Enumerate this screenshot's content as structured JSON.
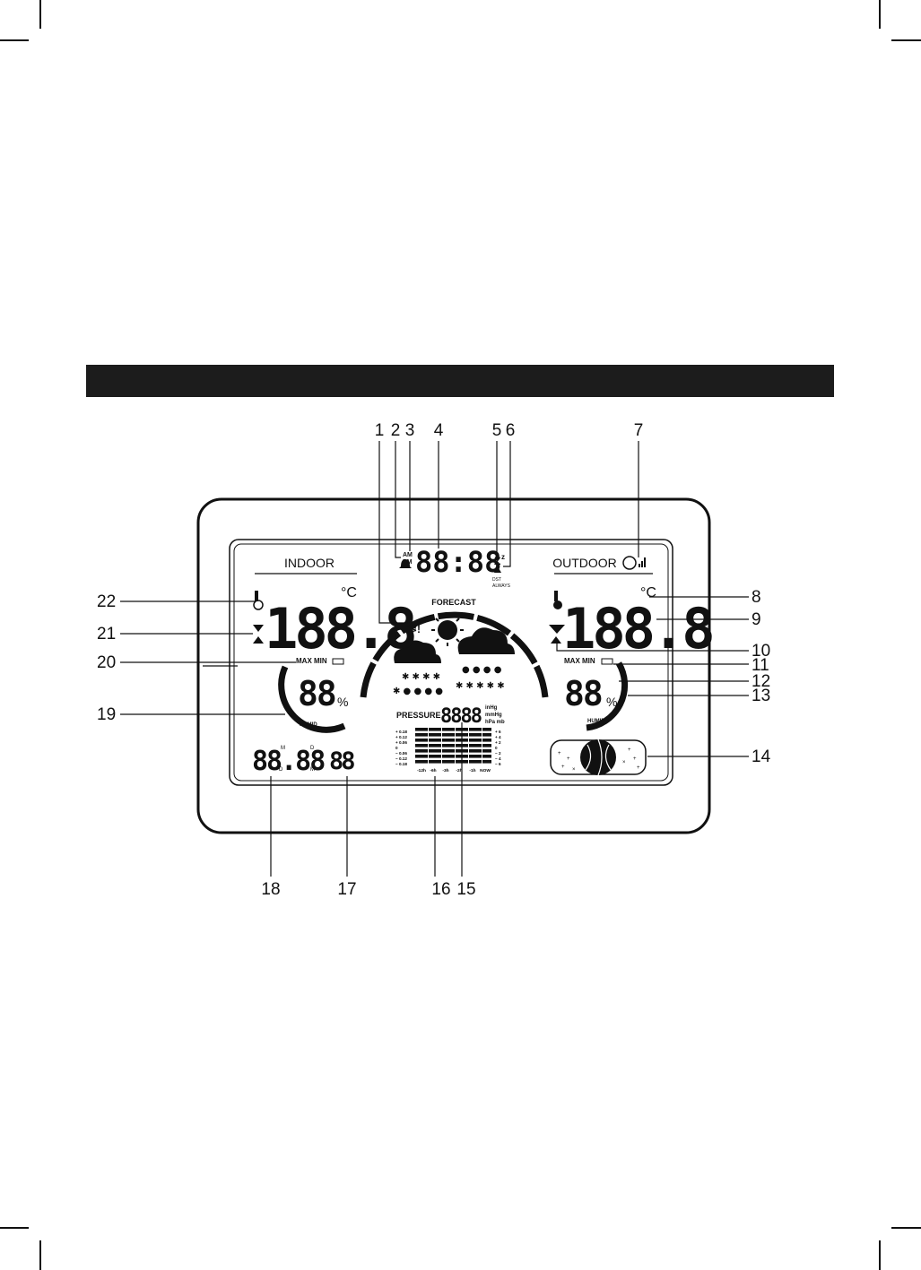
{
  "indoor_label": "INDOOR",
  "outdoor_label": "OUTDOOR",
  "forecast_label": "FORECAST",
  "pressure_label": "PRESSURE",
  "max_min_label": "MAX MIN",
  "humid_label": "HUMID",
  "ampm": [
    "AM",
    "PM"
  ],
  "dst_always": [
    "DST",
    "ALWAYS"
  ],
  "pressure_units": [
    "inHg",
    "mmHg",
    "hPa mb"
  ],
  "celsius": "°C",
  "percent": "%",
  "digits": {
    "clock": "88:88",
    "indoor_temp": "188.8",
    "outdoor_temp": "188.8",
    "indoor_humidity": "88",
    "outdoor_humidity": "88",
    "pressure": "8888",
    "date": "88.88",
    "weekday": "88"
  },
  "pressure_scale_left": [
    "+ 0.18",
    "+ 0.12",
    "+ 0.06",
    "0",
    "− 0.06",
    "− 0.12",
    "− 0.18"
  ],
  "pressure_scale_right": [
    "+ 6",
    "+ 4",
    "+ 2",
    "0",
    "− 2",
    "− 4",
    "− 6"
  ],
  "history_axis": [
    "-12h",
    "-6h",
    "-3h",
    "-2h",
    "-1h",
    "NOW"
  ],
  "callouts_top": [
    "1",
    "2",
    "3",
    "4",
    "5",
    "6",
    "7"
  ],
  "callouts_right": [
    "8",
    "9",
    "10",
    "11",
    "12",
    "13",
    "14"
  ],
  "callouts_bottom": [
    "18",
    "17",
    "16",
    "15"
  ],
  "callouts_left": [
    "22",
    "21",
    "20",
    "19"
  ]
}
